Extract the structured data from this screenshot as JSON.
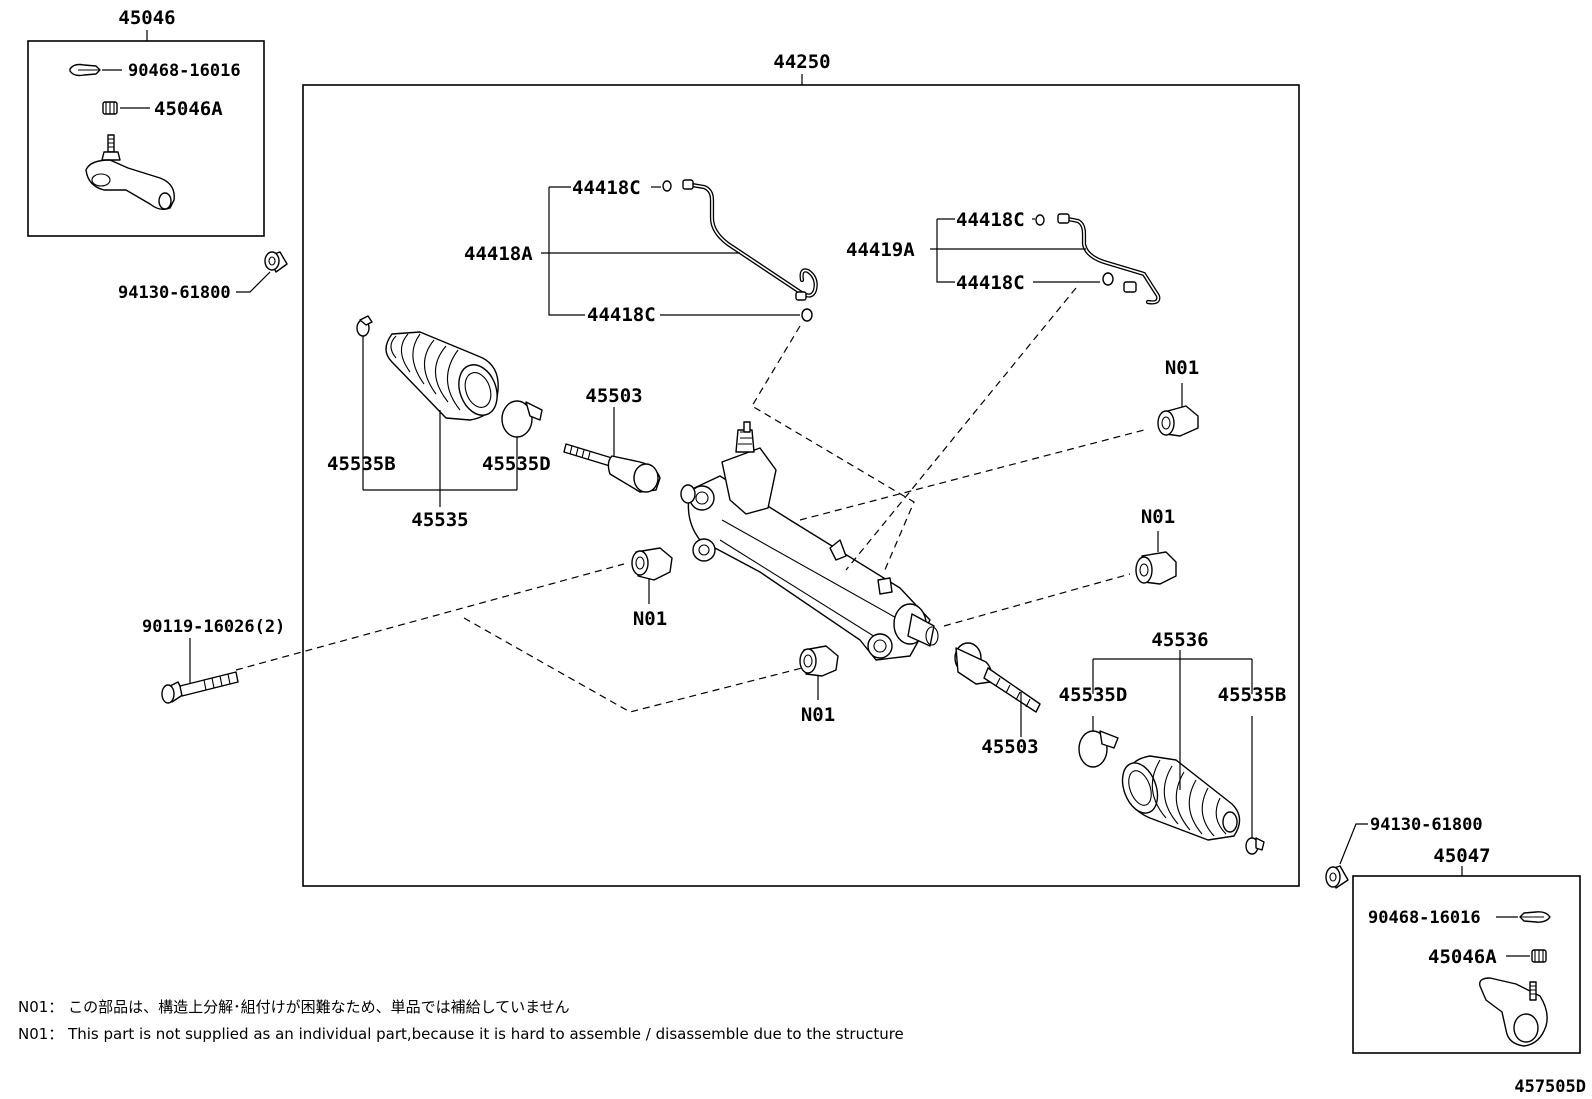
{
  "labels": {
    "kit_left": "45046",
    "kit_left_clip": "90468-16016",
    "kit_left_nut": "45046A",
    "spacer_left": "94130-61800",
    "gear_assy": "44250",
    "tube_a": "44418A",
    "tube_a_seal_top": "44418C",
    "tube_a_seal_bottom": "44418C",
    "tube_b": "44419A",
    "tube_b_seal_top": "44418C",
    "tube_b_seal_bottom": "44418C",
    "boot_left": "45535",
    "boot_left_clamp_small": "45535B",
    "boot_left_clamp_large": "45535D",
    "rack_end_left": "45503",
    "rack_end_right": "45503",
    "n01_upper_right": "N01",
    "n01_mid_right": "N01",
    "n01_left": "N01",
    "n01_bottom": "N01",
    "bolt": "90119-16026(2)",
    "boot_right": "45536",
    "boot_right_clamp_large": "45535D",
    "boot_right_clamp_small": "45535B",
    "spacer_right": "94130-61800",
    "kit_right": "45047",
    "kit_right_clip": "90468-16016",
    "kit_right_nut": "45046A"
  },
  "notes": {
    "n01_jp": "N01： この部品は、構造上分解･組付けが困難なため、単品では補給していません",
    "n01_en": "N01： This part is not supplied as an individual part,because it is hard to assemble / disassemble due to the structure"
  },
  "diagram_id": "457505D"
}
